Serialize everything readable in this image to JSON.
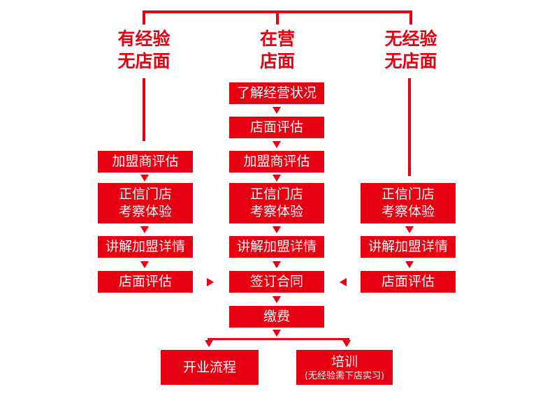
{
  "headers": {
    "left": [
      "有经验",
      "无店面"
    ],
    "center": [
      "在营",
      "店面"
    ],
    "right": [
      "无经验",
      "无店面"
    ]
  },
  "left": {
    "franchise_eval": "加盟商评估",
    "visit": [
      "正信门店",
      "考察体验"
    ],
    "explain": "讲解加盟详情",
    "store_eval": "店面评估"
  },
  "center": {
    "understand": "了解经营状况",
    "store_eval": "店面评估",
    "franchise_eval": "加盟商评估",
    "visit": [
      "正信门店",
      "考察体验"
    ],
    "explain": "讲解加盟详情",
    "contract": "签订合同",
    "payment": "缴费"
  },
  "right": {
    "visit": [
      "正信门店",
      "考察体验"
    ],
    "explain": "讲解加盟详情",
    "store_eval": "店面评估"
  },
  "bottom": {
    "opening": "开业流程",
    "training": "培训",
    "training_note": "(无经验需下店实习)"
  },
  "colors": {
    "accent": "#e60012",
    "text_on_accent": "#ffffff"
  }
}
